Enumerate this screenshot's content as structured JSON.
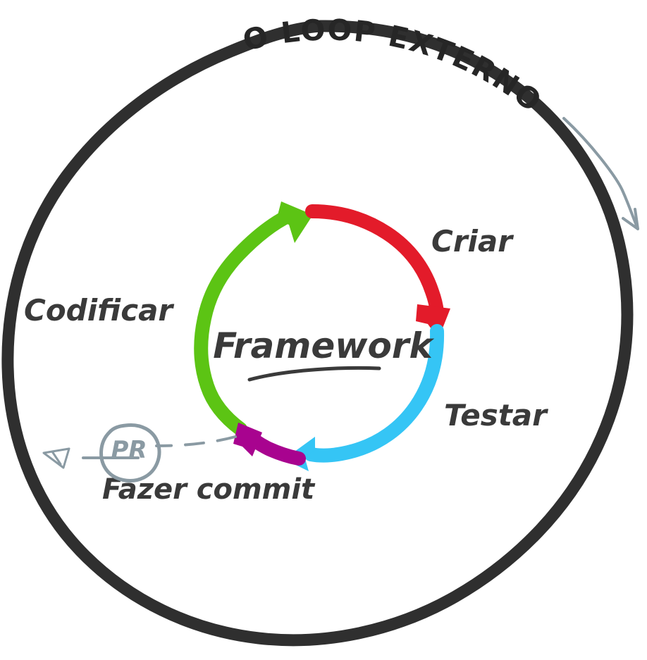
{
  "diagram": {
    "title": "O LOOP EXTERNO",
    "center_label": "Framework",
    "outer_ring": {
      "color": "#2f2f2f",
      "name": "outer-loop-circle"
    },
    "outflow_arrow": {
      "color": "#8a9aa3",
      "name": "external-flow-arrow"
    },
    "inner_cycle": {
      "steps": [
        {
          "label": "Criar",
          "color": "#E31B2A",
          "arc_name": "arc-criar"
        },
        {
          "label": "Testar",
          "color": "#35C5F5",
          "arc_name": "arc-testar"
        },
        {
          "label": "Fazer commit",
          "color": "#A8038F",
          "arc_name": "arc-fazer-commit"
        },
        {
          "label": "Codificar",
          "color": "#5CC414",
          "arc_name": "arc-codificar"
        }
      ]
    },
    "pr_node": {
      "label": "PR",
      "color": "#8a9aa3",
      "connector": "dashed"
    }
  }
}
